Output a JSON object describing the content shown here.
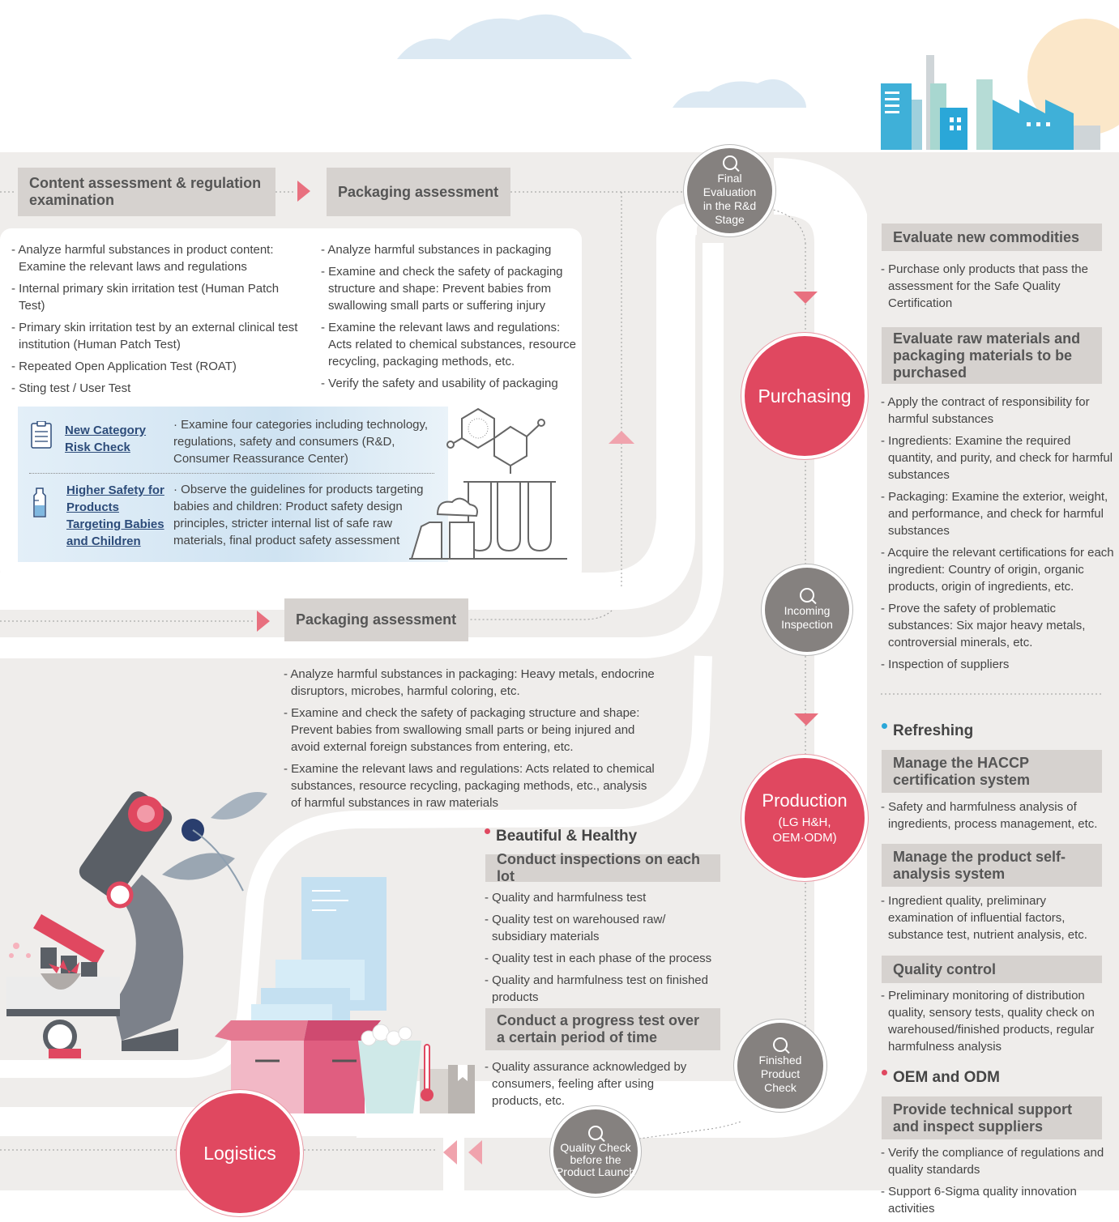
{
  "colors": {
    "red": "#e04860",
    "gray": "#85817f",
    "road": "#efedeb",
    "header_bg": "#d6d2cf",
    "blue_box": "#dbe9f4",
    "pink": "#e8707f",
    "beautiful_dot": "#e04860",
    "refreshing_dot": "#2aa7d8",
    "oem_dot": "#e04860"
  },
  "rd_stage": {
    "content_header": "Content assessment & regulation examination",
    "packaging_header": "Packaging assessment",
    "content_items": [
      "Analyze harmful substances in product content: Examine the relevant laws and regulations",
      "Internal primary skin irritation test (Human Patch Test)",
      "Primary skin irritation test by an external clinical test institution (Human Patch Test)",
      "Repeated Open Application Test (ROAT)",
      "Sting test / User Test"
    ],
    "packaging_items": [
      "Analyze harmful substances in packaging",
      "Examine and check the safety of packaging structure and shape: Prevent babies from swallowing small parts or suffering injury",
      "Examine the relevant laws and regulations: Acts related to chemical substances, resource recycling, packaging methods, etc.",
      "Verify the safety and usability of packaging"
    ],
    "box": {
      "item1_title": "New Category Risk Check",
      "item1_icon": "checklist-icon",
      "item1_text": "· Examine four categories including technology, regulations, safety and consumers (R&D, Consumer Reassurance Center)",
      "item2_title": "Higher Safety for Products Targeting Babies and Children",
      "item2_icon": "baby-bottle-icon",
      "item2_text": "· Observe the guidelines for products targeting babies and children: Product safety design principles, stricter internal list of safe raw materials, final product safety assessment"
    }
  },
  "second_packaging": {
    "header": "Packaging assessment",
    "items": [
      "Analyze harmful substances in packaging: Heavy metals, endocrine disruptors, microbes, harmful coloring, etc.",
      "Examine and check the safety of packaging structure and shape: Prevent babies from swallowing small parts or being injured and avoid external foreign substances from entering, etc.",
      "Examine the relevant laws and regulations: Acts related to chemical substances, resource recycling, packaging methods, etc., analysis of harmful substances in raw materials"
    ]
  },
  "beautiful": {
    "title": "Beautiful & Healthy",
    "h1": "Conduct inspections on each lot",
    "items1": [
      "Quality and harmfulness test",
      "Quality test on warehoused raw/ subsidiary materials",
      "Quality test in each phase of the process",
      "Quality and harmfulness test on finished products"
    ],
    "h2": "Conduct a progress test over a certain period of time",
    "items2": [
      "Quality assurance acknowledged by consumers, feeling after using products, etc."
    ]
  },
  "stages": {
    "final_eval": "Final Evaluation in the R&d Stage",
    "purchasing": "Purchasing",
    "incoming": "Incoming Inspection",
    "production": "Production",
    "production_sub": "(LG H&H, OEM·ODM)",
    "finished": "Finished Product Check",
    "quality_check": "Quality Check before the Product Launch",
    "logistics": "Logistics"
  },
  "right": {
    "h1": "Evaluate new commodities",
    "items1": [
      "Purchase only products that pass the assessment for the Safe Quality Certification"
    ],
    "h2": "Evaluate raw materials and packaging materials to be purchased",
    "items2": [
      "Apply the contract of responsibility for harmful substances",
      "Ingredients: Examine the required quantity, and purity, and check for harmful substances",
      "Packaging: Examine the exterior, weight, and performance, and check for harmful substances",
      "Acquire the relevant certifications for each ingredient: Country of origin, organic products, origin of ingredients, etc.",
      "Prove the safety of problematic substances: Six major heavy metals, controversial minerals, etc.",
      "Inspection of suppliers"
    ],
    "refreshing": "Refreshing",
    "h3": "Manage the HACCP certification system",
    "items3": [
      "Safety and harmfulness analysis of ingredients, process management, etc."
    ],
    "h4": "Manage the product self-analysis system",
    "items4": [
      "Ingredient quality, preliminary examination of influential factors, substance test, nutrient analysis, etc."
    ],
    "h5": "Quality control",
    "items5": [
      "Preliminary monitoring of distribution quality, sensory tests, quality check on warehoused/finished products, regular harmfulness analysis"
    ],
    "oem": "OEM and ODM",
    "h6": "Provide technical support and inspect suppliers",
    "items6": [
      "Verify the compliance of regulations and quality standards",
      "Support 6-Sigma quality innovation activities"
    ]
  }
}
